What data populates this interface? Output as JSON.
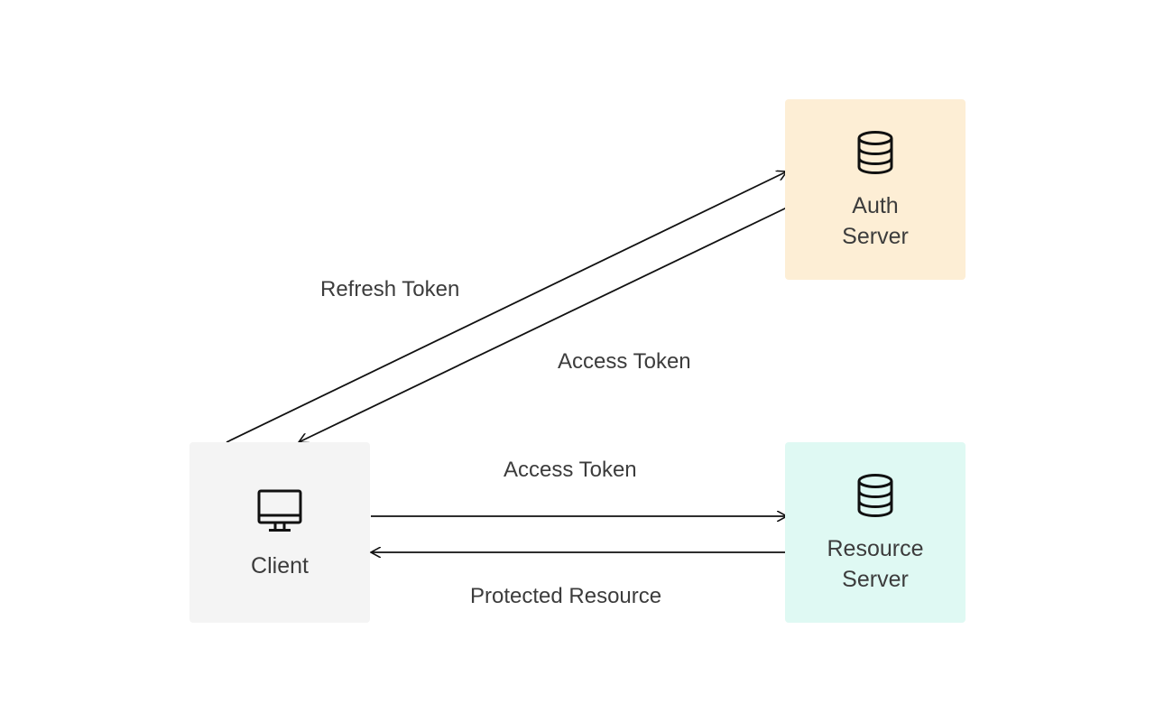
{
  "nodes": {
    "auth": {
      "lines": [
        "Auth",
        "Server"
      ],
      "icon": "database-icon",
      "fill": "#fdeed5"
    },
    "client": {
      "lines": [
        "Client"
      ],
      "icon": "monitor-icon",
      "fill": "#f4f4f4"
    },
    "resource": {
      "lines": [
        "Resource",
        "Server"
      ],
      "icon": "database-icon",
      "fill": "#dff9f3"
    }
  },
  "edges": {
    "refresh_token": {
      "label": "Refresh Token",
      "from": "client",
      "to": "auth"
    },
    "access_token_from_auth": {
      "label": "Access Token",
      "from": "auth",
      "to": "client"
    },
    "access_token_to_resource": {
      "label": "Access Token",
      "from": "client",
      "to": "resource"
    },
    "protected_resource": {
      "label": "Protected Resource",
      "from": "resource",
      "to": "client"
    }
  },
  "colors": {
    "line": "#111111",
    "text": "#3c3c3c"
  }
}
